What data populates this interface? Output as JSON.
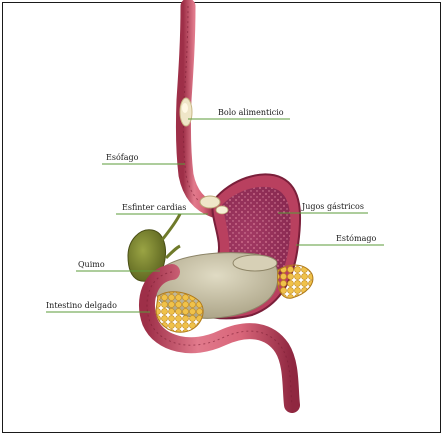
{
  "diagram": {
    "labels": {
      "bolo": "Bolo alimenticio",
      "esofago": "Esófago",
      "esfinter": "Esfinter cardias",
      "jugos": "Jugos gástricos",
      "estomago": "Estómago",
      "quimo": "Quimo",
      "intestino": "Intestino delgado"
    },
    "colors": {
      "leader_line": "#5b9b3a",
      "tissue": "#c9566b",
      "tissue_dark": "#9e2f48",
      "lumen": "#8e2a52",
      "gallbladder": "#6f7a2a",
      "pancreas": "#e8b53a",
      "chyme": "#c9c2a6"
    }
  }
}
